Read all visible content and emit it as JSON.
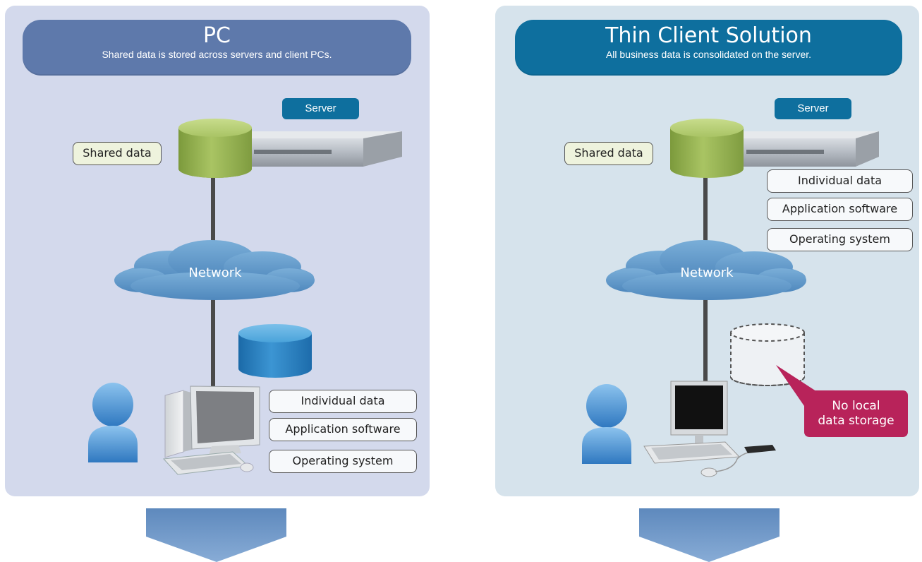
{
  "left": {
    "title": "PC",
    "subtitle": "Shared data is stored across servers and client PCs.",
    "server_label": "Server",
    "shared_data_label": "Shared data",
    "network_label": "Network",
    "stack": [
      "Individual data",
      "Application software",
      "Operating system"
    ]
  },
  "right": {
    "title": "Thin Client Solution",
    "subtitle": "All business data is consolidated on the server.",
    "server_label": "Server",
    "shared_data_label": "Shared data",
    "network_label": "Network",
    "stack": [
      "Individual data",
      "Application software",
      "Operating system"
    ],
    "callout_line1": "No local",
    "callout_line2": "data storage"
  },
  "colors": {
    "left_panel_bg": "#d3d9ec",
    "right_panel_bg": "#d6e3ec",
    "left_header": "#5e79ab",
    "right_header": "#0e6f9e",
    "server_pill": "#0e6f9e",
    "cloud": "#5b93c4",
    "callout": "#b8235a",
    "arrow": "#6f99c8"
  }
}
